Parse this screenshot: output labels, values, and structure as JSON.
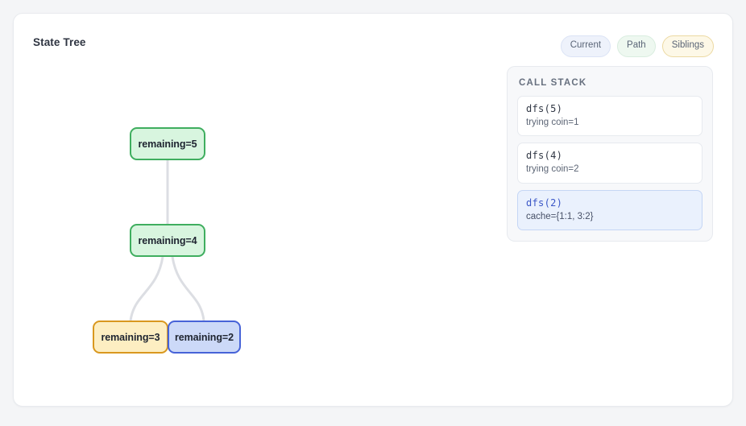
{
  "panel": {
    "title": "State Tree"
  },
  "legend": {
    "items": [
      {
        "label": "Current",
        "key": "current",
        "color": "#eef2fb"
      },
      {
        "label": "Path",
        "key": "path",
        "color": "#eef8f0"
      },
      {
        "label": "Siblings",
        "key": "siblings",
        "color": "#fdf8e7"
      }
    ]
  },
  "tree": {
    "nodes": [
      {
        "id": "root",
        "label": "remaining=5",
        "state": "path"
      },
      {
        "id": "mid",
        "label": "remaining=4",
        "state": "path"
      },
      {
        "id": "left",
        "label": "remaining=3",
        "state": "siblings"
      },
      {
        "id": "right",
        "label": "remaining=2",
        "state": "current"
      }
    ],
    "edges": [
      {
        "from": "root",
        "to": "mid"
      },
      {
        "from": "mid",
        "to": "left"
      },
      {
        "from": "mid",
        "to": "right"
      }
    ],
    "edge_color": "#dcdee3"
  },
  "call_stack": {
    "title": "CALL STACK",
    "frames": [
      {
        "fn": "dfs(5)",
        "note": "trying coin=1",
        "active": false
      },
      {
        "fn": "dfs(4)",
        "note": "trying coin=2",
        "active": false
      },
      {
        "fn": "dfs(2)",
        "note": "cache={1:1, 3:2}",
        "active": true
      }
    ]
  }
}
